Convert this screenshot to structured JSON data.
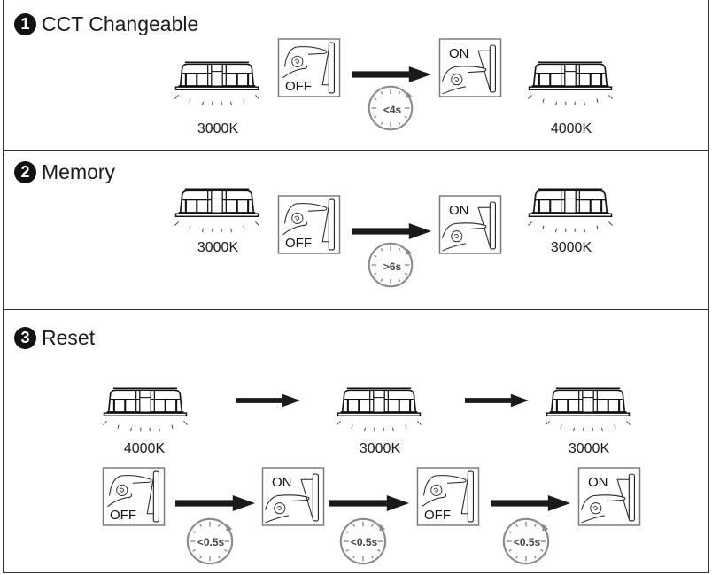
{
  "sections": [
    {
      "number": "1",
      "title": "CCT Changeable",
      "lamp_start_label": "3000K",
      "switch_start": "OFF",
      "timer": "<4s",
      "switch_end": "ON",
      "lamp_end_label": "4000K"
    },
    {
      "number": "2",
      "title": "Memory",
      "lamp_start_label": "3000K",
      "switch_start": "OFF",
      "timer": ">6s",
      "switch_end": "ON",
      "lamp_end_label": "3000K"
    },
    {
      "number": "3",
      "title": "Reset",
      "lamps": [
        "4000K",
        "3000K",
        "3000K"
      ],
      "switches": [
        "OFF",
        "ON",
        "OFF",
        "ON"
      ],
      "timers": [
        "<0.5s",
        "<0.5s",
        "<0.5s"
      ]
    }
  ],
  "colors": {
    "line": "#333333",
    "arrow": "#1a1a1a",
    "clock": "#8a8a8a",
    "badge": "#111111"
  }
}
